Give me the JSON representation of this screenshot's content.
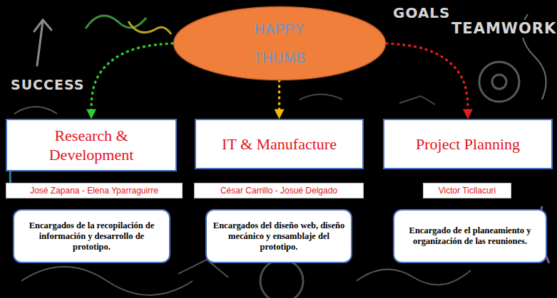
{
  "diagram": {
    "nodes": [
      {
        "text": [
          "HAPPY THUMB"
        ]
      },
      {
        "text": [
          "Research & Development"
        ]
      },
      {
        "text": [
          "IT & Manufacture"
        ]
      },
      {
        "text": [
          "Project Planning"
        ]
      },
      {
        "text": [
          "José Zapana - Elena Yparraguirre"
        ]
      },
      {
        "text": [
          "César Carrillo - Josué Delgado"
        ]
      },
      {
        "text": [
          "Victor Ticllacuri"
        ]
      },
      {
        "text": [
          "Encargados de la recopilación de información y desarrollo de prototipo."
        ]
      },
      {
        "text": [
          "Encargados del diseño web, diseño mecánico y ensamblaje del prototipo."
        ]
      },
      {
        "text": [
          "Encargado de el planeamiento y organización de las reuniones."
        ]
      }
    ],
    "edges": [
      {
        "from": 0,
        "to": 1,
        "arrow": "to"
      },
      {
        "from": 0,
        "to": 2,
        "arrow": "to"
      },
      {
        "from": 0,
        "to": 3,
        "arrow": "to"
      }
    ],
    "labels": [
      "SUCCESS",
      "GOALS",
      "TEAMWORK"
    ]
  }
}
